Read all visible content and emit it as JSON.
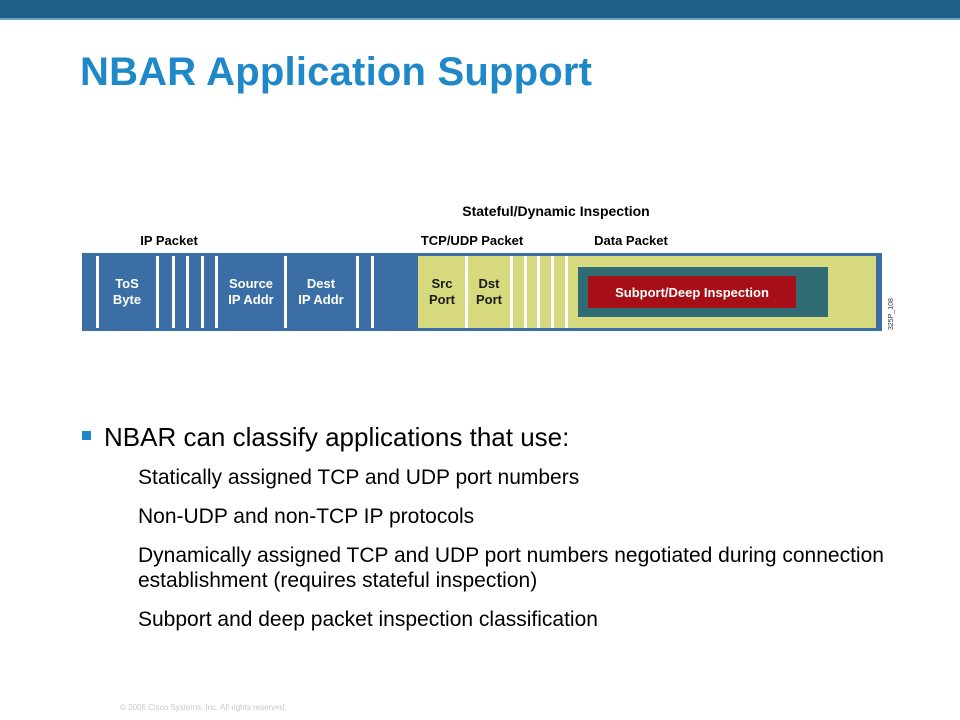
{
  "colors": {
    "header_bar": "#1f5f86",
    "title": "#1f88c8",
    "ip_field": "#3b6ea5",
    "tcp_field": "#d6d97e",
    "data_inner": "#2e6b73",
    "subport": "#a50f15"
  },
  "slide": {
    "title": "NBAR Application Support"
  },
  "diagram": {
    "top_label": "Stateful/Dynamic Inspection",
    "group_labels": {
      "ip_packet": "IP Packet",
      "tcp_udp_packet": "TCP/UDP Packet",
      "data_packet": "Data Packet"
    },
    "fields": {
      "tos": {
        "line1": "ToS",
        "line2": "Byte"
      },
      "source_ip": {
        "line1": "Source",
        "line2": "IP Addr"
      },
      "dest_ip": {
        "line1": "Dest",
        "line2": "IP Addr"
      },
      "src_port": {
        "line1": "Src",
        "line2": "Port"
      },
      "dst_port": {
        "line1": "Dst",
        "line2": "Port"
      }
    },
    "subport_label": "Subport/Deep Inspection",
    "figure_id": "325P_108"
  },
  "bullets": {
    "main": "NBAR can classify applications that use:",
    "sub": [
      "Statically assigned TCP and UDP port numbers",
      "Non-UDP and non-TCP IP protocols",
      "Dynamically assigned TCP and UDP port numbers negotiated during connection establishment (requires stateful inspection)",
      "Subport and deep packet inspection classification"
    ]
  },
  "footer": "© 2006 Cisco Systems, Inc. All rights reserved."
}
